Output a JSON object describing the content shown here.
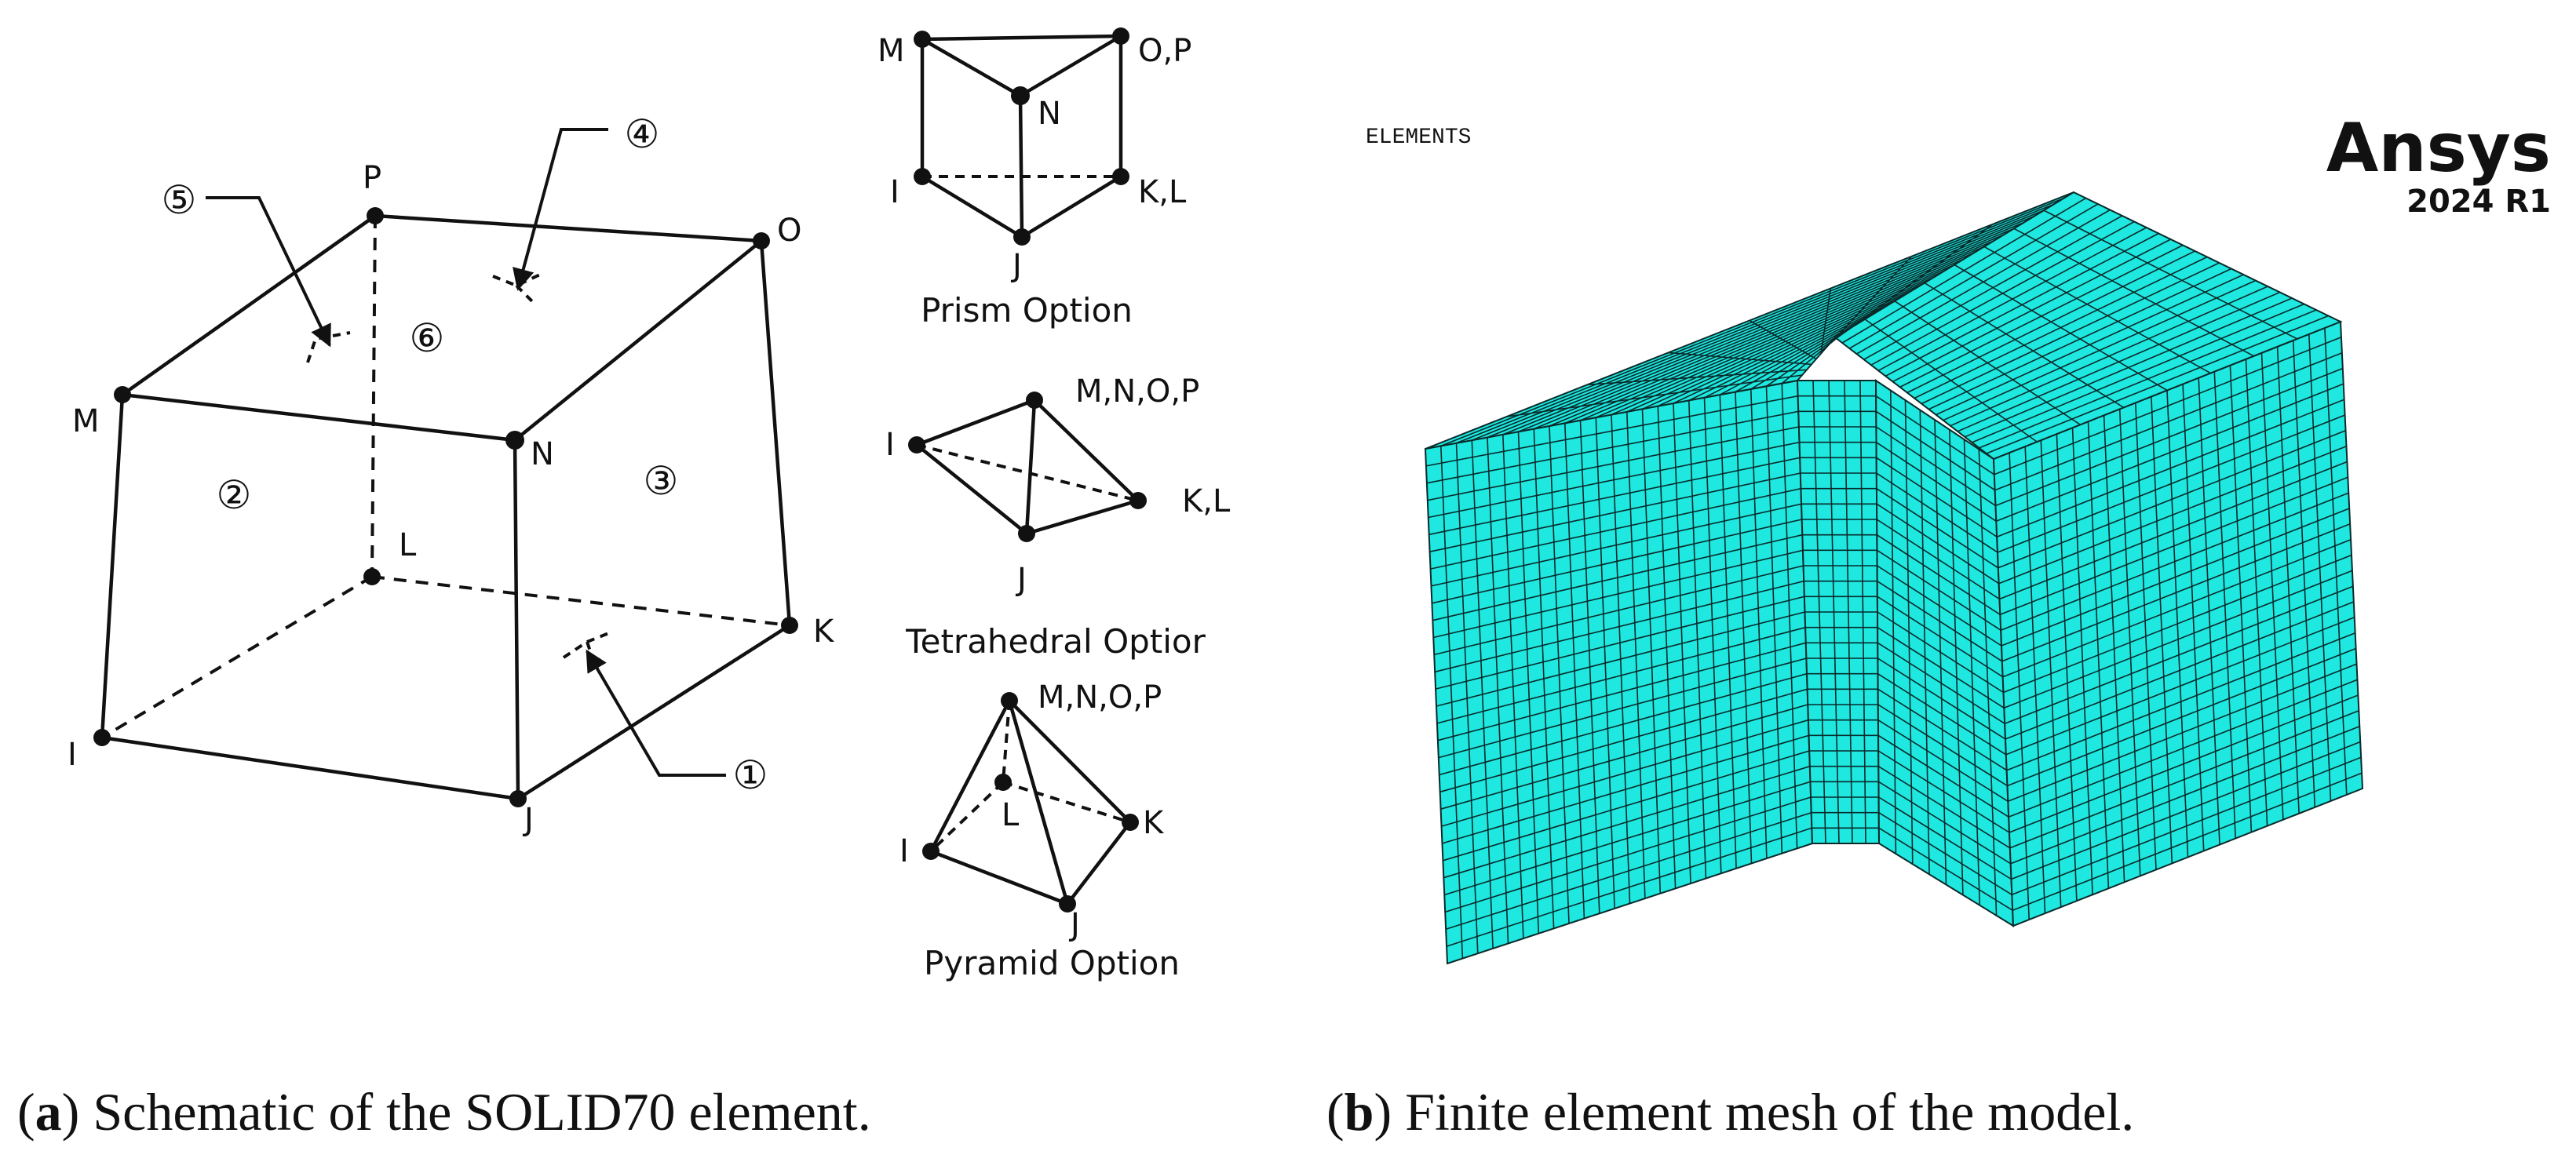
{
  "panel_a": {
    "caption_letter": "a",
    "caption_text": "Schematic of the SOLID70 element.",
    "hex_nodes": [
      "I",
      "J",
      "K",
      "L",
      "M",
      "N",
      "O",
      "P"
    ],
    "face_numbers": [
      "①",
      "②",
      "③",
      "④",
      "⑤",
      "⑥"
    ],
    "prism": {
      "label": "Prism Option",
      "nodes": [
        "M",
        "O,P",
        "N",
        "I",
        "K,L",
        "J"
      ]
    },
    "tetra": {
      "label": "Tetrahedral Optior",
      "nodes": [
        "M,N,O,P",
        "I",
        "K,L",
        "J"
      ]
    },
    "pyramid": {
      "label": "Pyramid Option",
      "nodes": [
        "M,N,O,P",
        "L",
        "K",
        "I",
        "J"
      ]
    }
  },
  "panel_b": {
    "caption_letter": "b",
    "caption_text": "Finite element mesh of the model.",
    "plot_title": "ELEMENTS",
    "brand_name": "Ansys",
    "brand_version": "2024 R1",
    "mesh_color": "#1ee8e0",
    "mesh_line_color": "#0a2a2a"
  }
}
